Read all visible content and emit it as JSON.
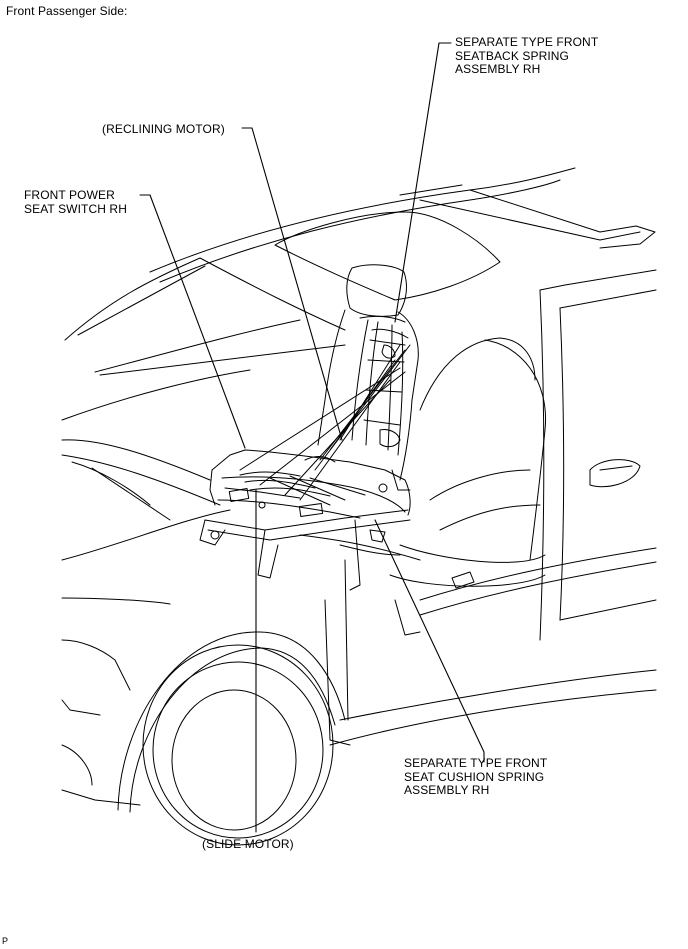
{
  "title": "Front Passenger Side:",
  "labels": {
    "seatback_spring": "SEPARATE TYPE FRONT\nSEATBACK SPRING\nASSEMBLY RH",
    "reclining_motor": "(RECLINING MOTOR)",
    "power_seat_switch": "FRONT POWER\nSEAT SWITCH RH",
    "cushion_spring": "SEPARATE TYPE FRONT\nSEAT CUSHION SPRING\nASSEMBLY RH",
    "slide_motor": "(SLIDE MOTOR)"
  },
  "figure_code": "P"
}
